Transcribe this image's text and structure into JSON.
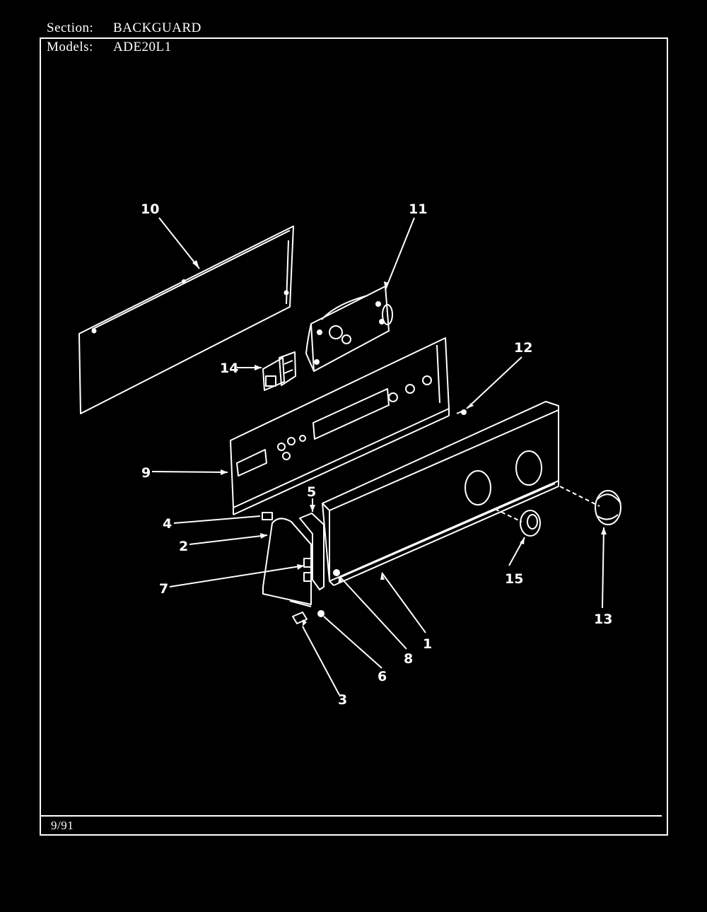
{
  "header": {
    "section_label": "Section:",
    "section_value": "BACKGUARD",
    "models_label": "Models:",
    "models_value": "ADE20L1"
  },
  "footer": {
    "date": "9/91"
  },
  "callouts": {
    "c1": "1",
    "c2": "2",
    "c3": "3",
    "c4": "4",
    "c5": "5",
    "c6": "6",
    "c7": "7",
    "c8": "8",
    "c9": "9",
    "c10": "10",
    "c11": "11",
    "c12": "12",
    "c13": "13",
    "c14": "14",
    "c15": "15"
  },
  "colors": {
    "background": "#000000",
    "line": "#ffffff"
  }
}
